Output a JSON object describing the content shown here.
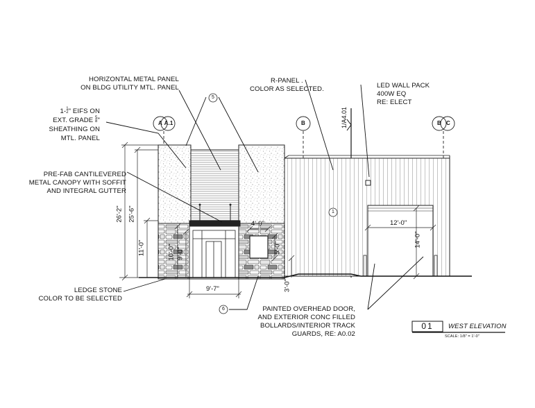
{
  "grid_lines": {
    "a": "A",
    "a1": "A.1",
    "b": "B",
    "b_alt": "B",
    "c": "C"
  },
  "section_ref": "1/A4.01",
  "notes": {
    "horiz_panel": [
      "HORIZONTAL METAL PANEL",
      "ON BLDG UTILITY MTL. PANEL"
    ],
    "r_panel": [
      "R-PANEL .",
      "COLOR AS SELECTED."
    ],
    "wall_pack": [
      "LED WALL PACK",
      "400W EQ",
      "RE: ELECT"
    ],
    "eifs": {
      "l1_pre": "1-",
      "l1_num": "1",
      "l1_den": "2",
      "l1_post": "\" EIFS ON",
      "l2_pre": "EXT. GRADE ",
      "l2_num": "5",
      "l2_den": "8",
      "l2_post": "\"",
      "l3": "SHEATHING ON",
      "l4": "MTL. PANEL"
    },
    "canopy": [
      "PRE-FAB CANTILEVERED",
      "METAL CANOPY WITH SOFFIT",
      "AND INTEGRAL GUTTER"
    ],
    "ledge_stone": [
      "LEDGE STONE",
      "COLOR TO BE SELECTED"
    ],
    "overhead_door": [
      "PAINTED OVERHEAD DOOR,",
      "AND EXTERIOR CONC FILLED",
      "BOLLARDS/INTERIOR TRACK",
      "GUARDS, RE: A0.02"
    ]
  },
  "keynotes": {
    "k5": "5",
    "k1": "1",
    "k6": "6"
  },
  "dimensions": {
    "h_26_2": "26'-2\"",
    "h_25_6": "25'-6\"",
    "h_11_0": "11'-0\"",
    "h_10_0": "10'-0\"",
    "h_9_0": "9'-0\"",
    "h_5_0": "5'-0\"",
    "h_3_0": "3'-0\"",
    "h_14_0": "14'-0\"",
    "w_4_0": "4'-0\"",
    "w_9_7": "9'-7\"",
    "w_12_0": "12'-0\""
  },
  "title_block": {
    "number": "01",
    "title": "WEST ELEVATION",
    "scale": "SCALE: 1/8\" = 1'-0\""
  }
}
